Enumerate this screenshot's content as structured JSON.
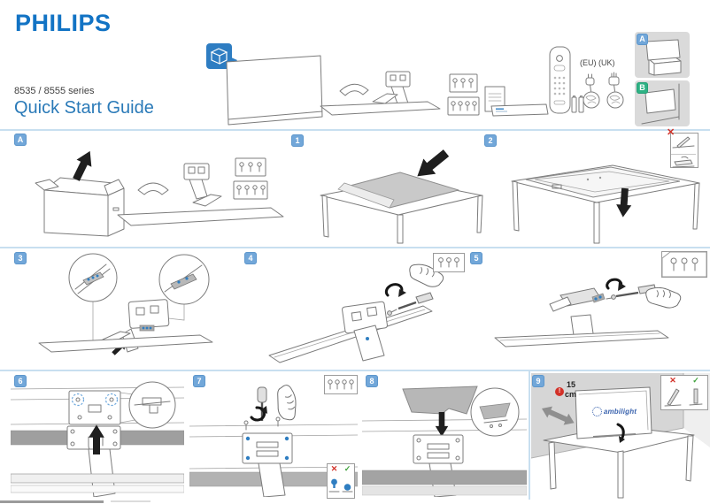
{
  "header": {
    "logo": "PHILIPS",
    "series": "8535 / 8555 series",
    "title": "Quick Start Guide",
    "region": "(EU) (UK)"
  },
  "badges": {
    "unbox": "A",
    "s1": "1",
    "s2": "2",
    "s3": "3",
    "s4": "4",
    "s5": "5",
    "s6": "6",
    "s7": "7",
    "s8": "8",
    "s9": "9",
    "optionA": "A",
    "optionB": "B"
  },
  "marks": {
    "cross": "✕",
    "check": "✓",
    "alert": "!"
  },
  "step9": {
    "distance": "15",
    "unit": "cm",
    "logo": "ambilight"
  },
  "contents": {
    "items": [
      "unbox-icon",
      "tv-panel",
      "stand-bracket",
      "stand-neck",
      "stand-bar",
      "screw-pack-3",
      "screw-pack-4",
      "manual-booklet",
      "accessory-box",
      "remote-control",
      "aaa-batteries",
      "power-cord-eu",
      "power-cord-uk"
    ]
  },
  "colors": {
    "philips_blue": "#1273c4",
    "title_blue": "#2a7ab8",
    "badge_blue": "#72a7d9",
    "badge_green": "#2eb284",
    "divider_blue": "#c8dff0",
    "error_red": "#d23128",
    "success_green": "#3fa23c",
    "ambilight_blue": "#3a63ae"
  }
}
